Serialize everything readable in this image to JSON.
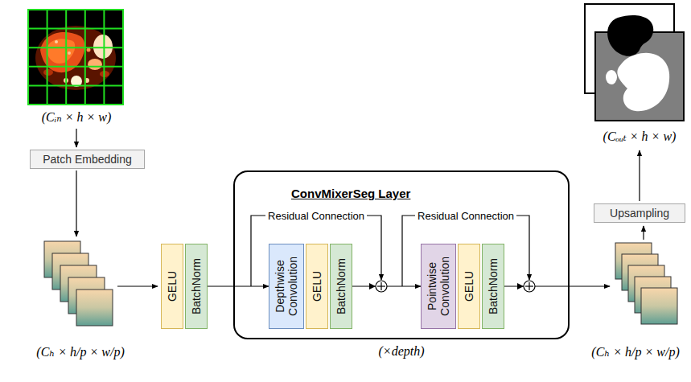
{
  "diagram": {
    "nodes": [
      {
        "text": [
          "Patch Embedding"
        ]
      },
      {
        "text": [
          "GELU"
        ]
      },
      {
        "text": [
          "BatchNorm"
        ]
      },
      {
        "text": [
          "ConvMixerSeg Layer"
        ]
      },
      {
        "text": [
          "Depthwise Convolution"
        ],
        "in": 3
      },
      {
        "text": [
          "GELU"
        ],
        "in": 3
      },
      {
        "text": [
          "BatchNorm"
        ],
        "in": 3
      },
      {
        "text": [
          "Pointwise Convolution"
        ],
        "in": 3
      },
      {
        "text": [
          "GELU"
        ],
        "in": 3
      },
      {
        "text": [
          "BatchNorm"
        ],
        "in": 3
      },
      {
        "text": [
          "Upsampling"
        ]
      }
    ],
    "edges": [
      {
        "from": 2,
        "to": 4,
        "arrow": "to"
      },
      {
        "from": 6,
        "to": 7,
        "arrow": "to"
      }
    ],
    "labels": [
      "(Cᵢₙ × h × w)",
      "(Cₕ × h/p × w/p)",
      "Residual Connection",
      "Residual Connection",
      "(×depth)",
      "(Cₕ × h/p × w/p)",
      "(Cₒᵤₜ × h × w)"
    ]
  }
}
